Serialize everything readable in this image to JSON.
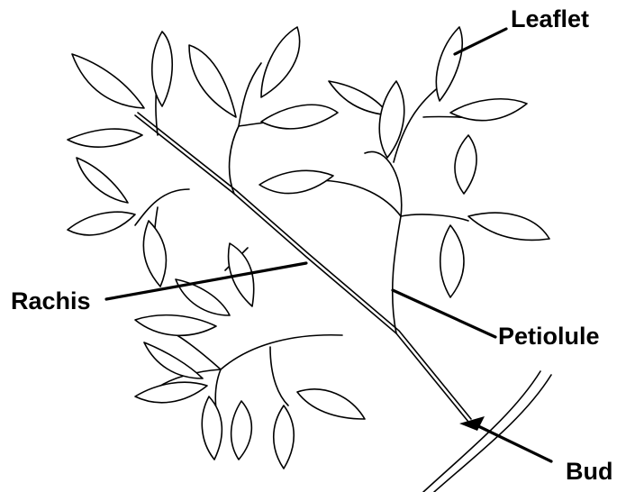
{
  "labels": {
    "leaflet": "Leaflet",
    "rachis": "Rachis",
    "petiolule": "Petiolule",
    "bud": "Bud"
  },
  "colors": {
    "line": "#000000",
    "background": "#ffffff"
  }
}
